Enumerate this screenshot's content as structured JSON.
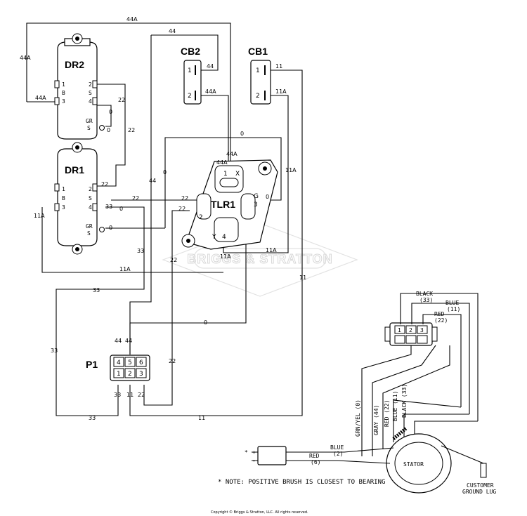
{
  "components": {
    "dr2": "DR2",
    "dr1": "DR1",
    "cb2": "CB2",
    "cb1": "CB1",
    "tlr1": "TLR1",
    "p1": "P1",
    "stator": "STATOR"
  },
  "pins": {
    "cb2_1": "1",
    "cb2_2": "2",
    "cb1_1": "1",
    "cb1_2": "2",
    "tlr_1": "1",
    "tlr_x": "X",
    "tlr_g": "G",
    "tlr_3": "3",
    "tlr_2": "2",
    "tlr_y": "Y",
    "tlr_4": "4",
    "dr_1": "1",
    "dr_b": "B",
    "dr_3": "3",
    "dr_2": "2",
    "dr_s": "S",
    "dr_4": "4",
    "dr_gr": "GR",
    "p1_4": "4",
    "p1_5": "5",
    "p1_6": "6",
    "p1_1": "1",
    "p1_2": "2",
    "p1_3": "3",
    "conn_1": "1",
    "conn_2": "2",
    "conn_3": "3"
  },
  "wires": {
    "w44a": "44A",
    "w44": "44",
    "w22": "22",
    "w0": "0",
    "w33": "33",
    "w11": "11",
    "w11a": "11A"
  },
  "stator_leads": {
    "black33": "BLACK",
    "black33_num": "(33)",
    "blue11": "BLUE",
    "blue11_num": "(11)",
    "red22": "RED",
    "red22_num": "(22)",
    "grn_yel": "GRN/YEL (0)",
    "gray44": "GRAY (44)",
    "red22_v": "RED (22)",
    "blue11_v": "BLUE (11)",
    "black33_v": "BLACK (33)",
    "brush_blue": "BLUE",
    "brush_blue_num": "(2)",
    "brush_red": "RED",
    "brush_red_num": "(6)",
    "plus": "+",
    "minus": "-",
    "star": "*"
  },
  "labels": {
    "customer_1": "CUSTOMER",
    "customer_2": "GROUND LUG",
    "note": "* NOTE: POSITIVE BRUSH IS CLOSEST TO BEARING",
    "copyright": "Copyright © Briggs & Stratton, LLC. All rights reserved.",
    "watermark": "BRIGGS & STRATTON"
  }
}
